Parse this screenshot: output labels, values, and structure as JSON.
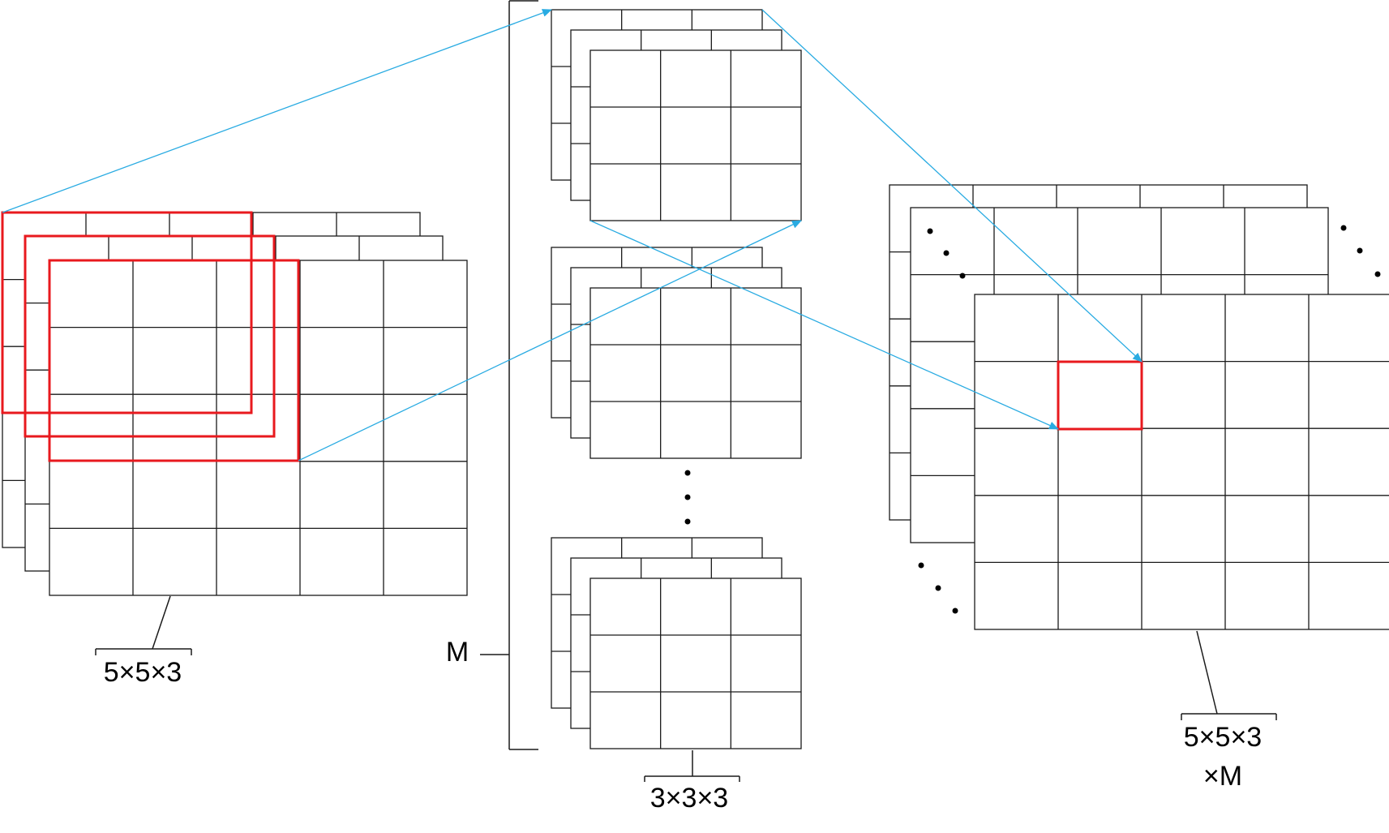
{
  "labels": {
    "input": "5×5×3",
    "kernel": "3×3×3",
    "kernel_count": "M",
    "output_line1": "5×5×3",
    "output_line2": "×M"
  },
  "colors": {
    "grid": "#1a1a1a",
    "highlight": "#e8191e",
    "arrow": "#29abe2",
    "dots": "#000000"
  }
}
